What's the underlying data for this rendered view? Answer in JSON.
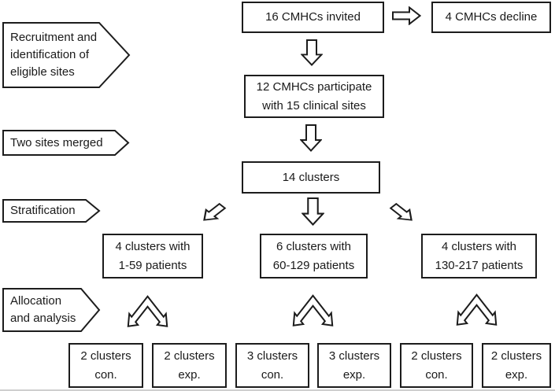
{
  "side_labels": [
    {
      "lines": [
        "Recruitment and",
        "identification of",
        "eligible sites"
      ]
    },
    {
      "lines": [
        "Two sites merged"
      ]
    },
    {
      "lines": [
        "Stratification"
      ]
    },
    {
      "lines": [
        "Allocation",
        "and analysis"
      ]
    }
  ],
  "flow": {
    "invited": "16 CMHCs invited",
    "decline": "4 CMHCs decline",
    "participate_lines": [
      "12 CMHCs participate",
      "with 15 clinical sites"
    ],
    "clusters_total": "14 clusters",
    "strata": [
      {
        "lines": [
          "4 clusters with",
          "1-59 patients"
        ]
      },
      {
        "lines": [
          "6 clusters with",
          "60-129 patients"
        ]
      },
      {
        "lines": [
          "4 clusters with",
          "130-217 patients"
        ]
      }
    ],
    "allocation": [
      {
        "lines": [
          "2 clusters",
          "con."
        ]
      },
      {
        "lines": [
          "2 clusters",
          "exp."
        ]
      },
      {
        "lines": [
          "3 clusters",
          "con."
        ]
      },
      {
        "lines": [
          "3 clusters",
          "exp."
        ]
      },
      {
        "lines": [
          "2 clusters",
          "con."
        ]
      },
      {
        "lines": [
          "2 clusters",
          "exp."
        ]
      }
    ]
  },
  "icons": {
    "right_arrow": "right-arrow",
    "down_arrow": "down-arrow",
    "diag_left_arrow": "diagonal-down-left-arrow",
    "diag_right_arrow": "diagonal-down-right-arrow",
    "split_arrow": "split-double-arrow"
  },
  "colors": {
    "stroke": "#1c1c1c",
    "background": "#ffffff",
    "bottom_rule": "#cfcfcf"
  }
}
